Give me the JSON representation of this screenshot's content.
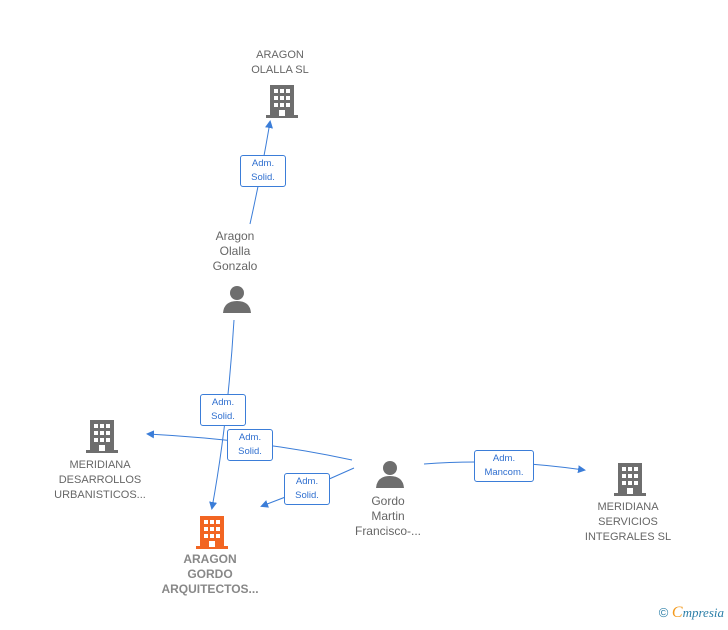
{
  "nodes": {
    "aragon_olalla_sl": {
      "label": "ARAGON\nOLALLA SL",
      "kind": "company"
    },
    "aragon_olalla_gonzalo": {
      "label": "Aragon\nOlalla\nGonzalo",
      "kind": "person"
    },
    "meridiana_desarrollos": {
      "label": "MERIDIANA\nDESARROLLOS\nURBANISTICOS...",
      "kind": "company"
    },
    "aragon_gordo": {
      "label": "ARAGON\nGORDO\nARQUITECTOS...",
      "kind": "company-focus"
    },
    "gordo_martin": {
      "label": "Gordo\nMartin\nFrancisco-...",
      "kind": "person"
    },
    "meridiana_servicios": {
      "label": "MERIDIANA\nSERVICIOS\nINTEGRALES SL",
      "kind": "company"
    }
  },
  "edges": [
    {
      "from": "aragon_olalla_gonzalo",
      "to": "aragon_olalla_sl",
      "label": "Adm.\nSolid."
    },
    {
      "from": "aragon_olalla_gonzalo",
      "to": "aragon_gordo",
      "label": "Adm.\nSolid."
    },
    {
      "from": "gordo_martin",
      "to": "meridiana_desarrollos",
      "label": "Adm.\nSolid."
    },
    {
      "from": "gordo_martin",
      "to": "aragon_gordo",
      "label": "Adm.\nSolid."
    },
    {
      "from": "gordo_martin",
      "to": "meridiana_servicios",
      "label": "Adm.\nMancom."
    }
  ],
  "colors": {
    "edge": "#3b7dd8",
    "icon": "#6e6e6e",
    "focus": "#f26522"
  },
  "footer": {
    "copyright": "©",
    "brand_initial": "C",
    "brand_rest": "mpresia"
  }
}
